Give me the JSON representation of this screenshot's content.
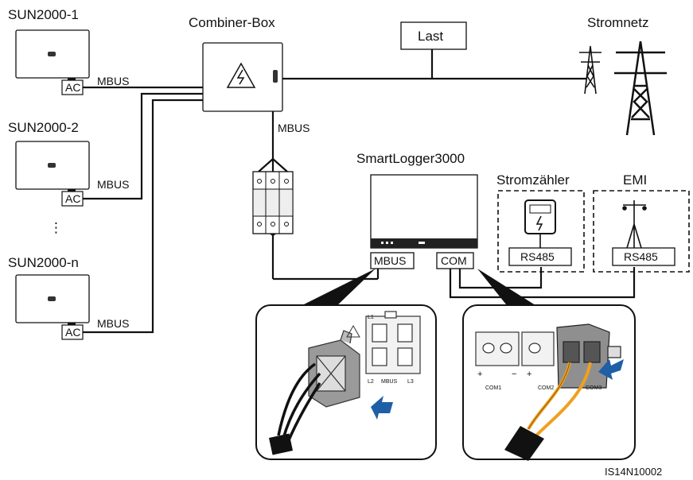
{
  "inverters": [
    {
      "name": "SUN2000-1",
      "port": "AC",
      "cable": "MBUS"
    },
    {
      "name": "SUN2000-2",
      "port": "AC",
      "cable": "MBUS"
    },
    {
      "name": "SUN2000-n",
      "port": "AC",
      "cable": "MBUS"
    }
  ],
  "ellipsis": "⋮",
  "combiner": {
    "title": "Combiner-Box",
    "cable": "MBUS"
  },
  "load": {
    "label": "Last"
  },
  "grid": {
    "label": "Stromnetz"
  },
  "logger": {
    "title": "SmartLogger3000",
    "port_mbus": "MBUS",
    "port_com": "COM"
  },
  "meter": {
    "title": "Stromzähler",
    "port": "RS485"
  },
  "emi": {
    "title": "EMI",
    "port": "RS485"
  },
  "detail_left": {
    "l1": "L1",
    "l2": "L2",
    "mbus": "MBUS",
    "l3": "L3"
  },
  "detail_right": {
    "com1": "COM1",
    "com2": "COM2",
    "com3": "COM3",
    "plus": "+",
    "minus": "−"
  },
  "figure_id": "IS14N10002",
  "colors": {
    "line": "#111111",
    "arrow": "#1f5fa6",
    "wire_orange": "#f0a020",
    "device_fill": "#f5f5f5"
  }
}
